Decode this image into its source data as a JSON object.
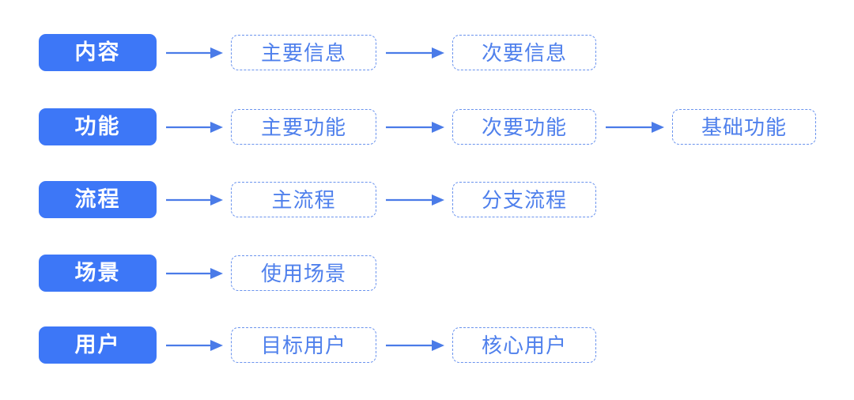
{
  "diagram": {
    "type": "flow-matrix",
    "title_visible": false,
    "background_color": "#ffffff",
    "accent_fill": "#3D77F7",
    "accent_outline": "#6A93EE",
    "accent_text": "#4F80EC",
    "arrow_color": "#4A7BE8",
    "rows": [
      {
        "category": "内容",
        "steps": [
          "主要信息",
          "次要信息"
        ]
      },
      {
        "category": "功能",
        "steps": [
          "主要功能",
          "次要功能",
          "基础功能"
        ]
      },
      {
        "category": "流程",
        "steps": [
          "主流程",
          "分支流程"
        ]
      },
      {
        "category": "场景",
        "steps": [
          "使用场景"
        ]
      },
      {
        "category": "用户",
        "steps": [
          "目标用户",
          "核心用户"
        ]
      }
    ]
  }
}
